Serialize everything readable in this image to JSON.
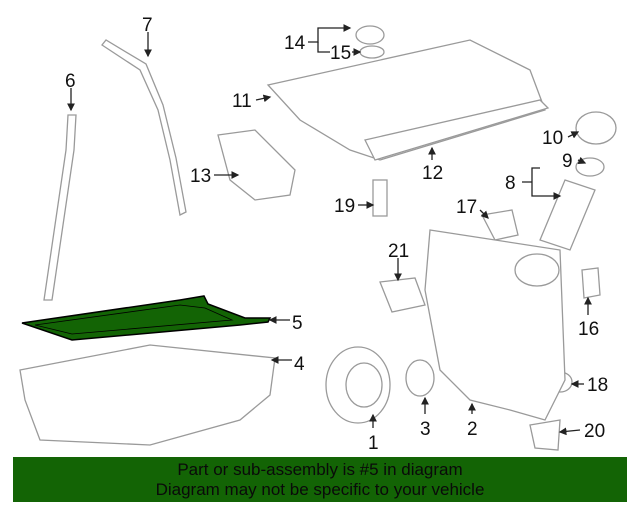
{
  "diagram": {
    "highlight_color": "#136405",
    "callouts": [
      "1",
      "2",
      "3",
      "4",
      "5",
      "6",
      "7",
      "8",
      "9",
      "10",
      "11",
      "12",
      "13",
      "14",
      "15",
      "16",
      "17",
      "18",
      "19",
      "20",
      "21"
    ],
    "highlighted_part": "5"
  },
  "banner": {
    "line1": "Part or sub-assembly is #5 in diagram",
    "line2": "Diagram may not be specific to your vehicle"
  }
}
